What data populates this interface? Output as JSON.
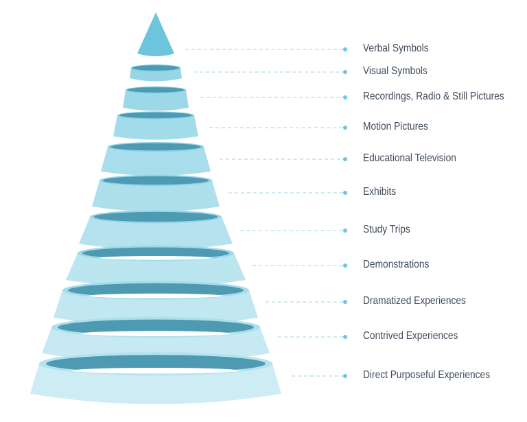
{
  "colors": {
    "tip": "#6cc5dc",
    "band_top": "#74c8de",
    "band_bottom": "#c8eaf3",
    "inner": "#4f9ab3",
    "line": "#9dd7e6",
    "dot": "#6cc5dc",
    "text": "#3f4b5b"
  },
  "levels": [
    {
      "label": "Verbal Symbols"
    },
    {
      "label": "Visual Symbols"
    },
    {
      "label": "Recordings, Radio & Still Pictures"
    },
    {
      "label": "Motion Pictures"
    },
    {
      "label": "Educational Television"
    },
    {
      "label": "Exhibits"
    },
    {
      "label": "Study Trips"
    },
    {
      "label": "Demonstrations"
    },
    {
      "label": "Dramatized Experiences"
    },
    {
      "label": "Contrived Experiences"
    },
    {
      "label": "Direct Purposeful Experiences"
    }
  ]
}
